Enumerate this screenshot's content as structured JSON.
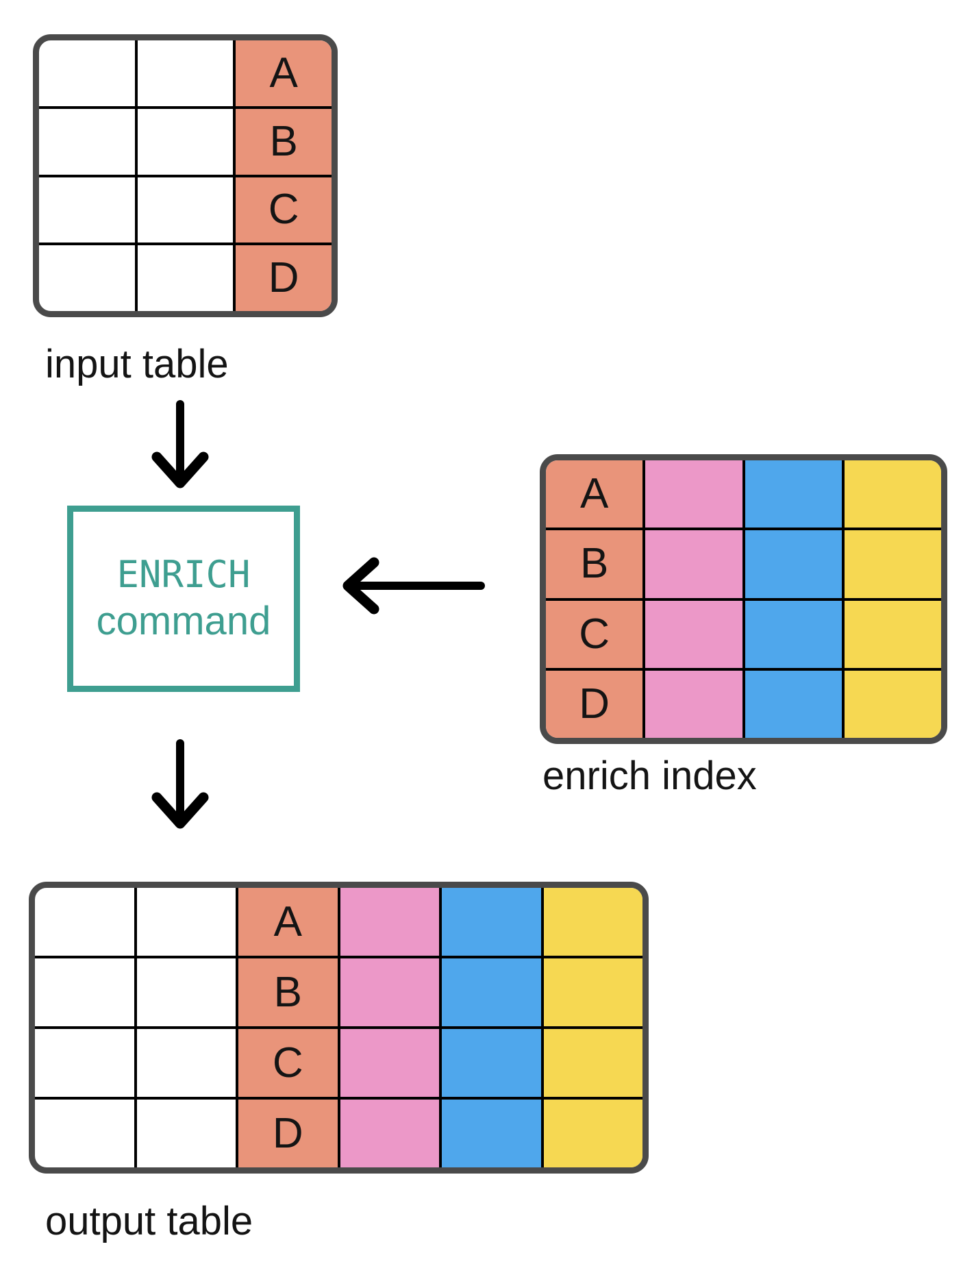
{
  "colors": {
    "salmon": "#E9947A",
    "pink": "#EC98C8",
    "blue": "#4FA7EC",
    "yellow": "#F6D852",
    "teal": "#3E9E90",
    "border": "#4A4A4A"
  },
  "input_table": {
    "label": "input table",
    "rows": [
      "A",
      "B",
      "C",
      "D"
    ]
  },
  "enrich_index": {
    "label": "enrich index",
    "rows": [
      "A",
      "B",
      "C",
      "D"
    ]
  },
  "output_table": {
    "label": "output table",
    "rows": [
      "A",
      "B",
      "C",
      "D"
    ]
  },
  "enrich_box": {
    "title": "ENRICH",
    "subtitle": "command"
  }
}
